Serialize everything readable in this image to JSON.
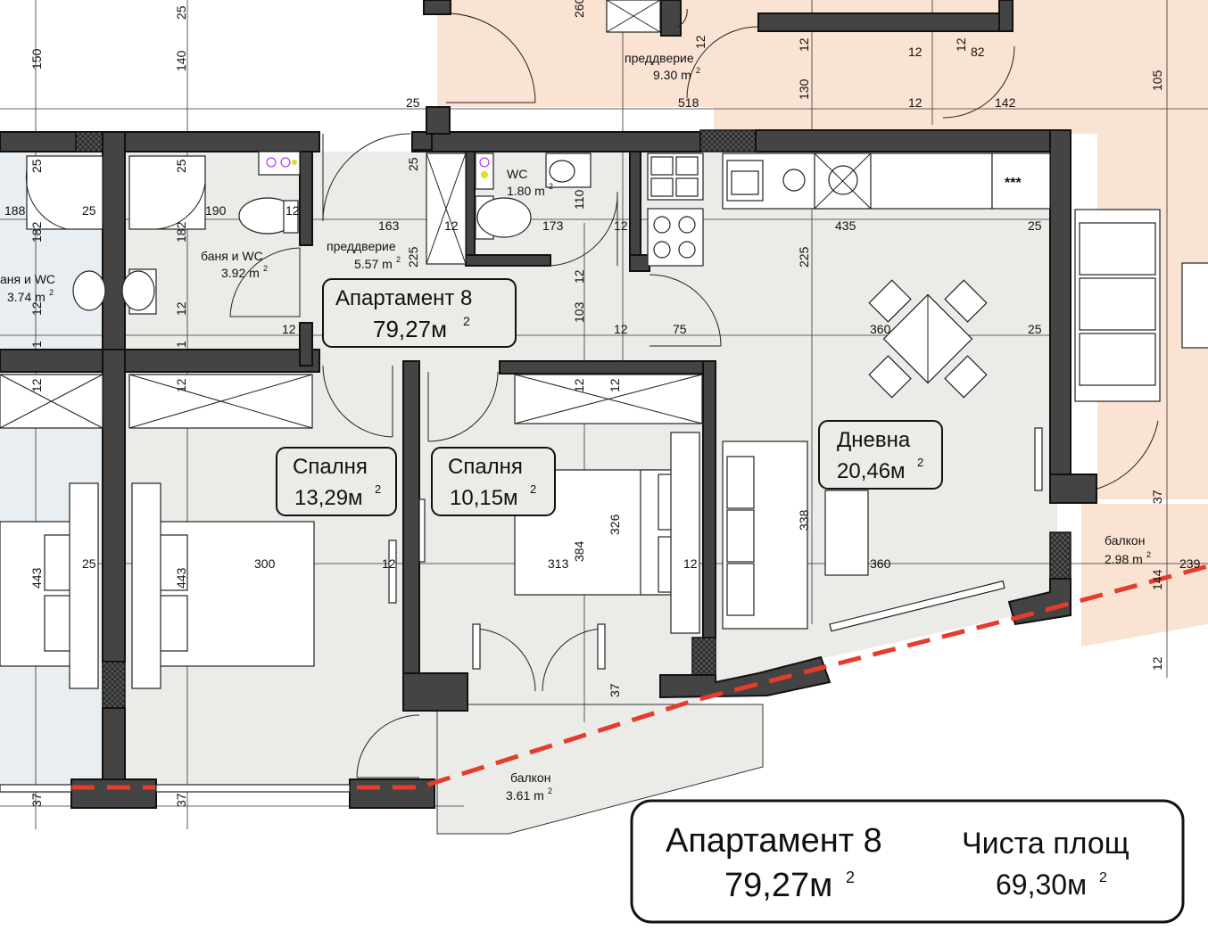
{
  "plan": {
    "apartment_label": "Апартамент 8",
    "apartment_area": "79,27м",
    "sup2": "2",
    "rooms": {
      "bedroom1": {
        "name": "Спалня",
        "area": "13,29м"
      },
      "bedroom2": {
        "name": "Спалня",
        "area": "10,15м"
      },
      "living": {
        "name": "Дневна",
        "area": "20,46м"
      },
      "hall": {
        "name": "преддверие",
        "area": "5.57 m"
      },
      "hall_top": {
        "name": "преддверие",
        "area": "9.30 m"
      },
      "bath": {
        "name": "баня и WC",
        "area": "3.92 m"
      },
      "bath_left": {
        "name": "аня и WC",
        "area": "3.74 m"
      },
      "wc": {
        "name": "WC",
        "area": "1.80 m"
      },
      "balcony_main": {
        "name": "балкон",
        "area": "3.61 m"
      },
      "balcony_right": {
        "name": "балкон",
        "area": "2.98 m"
      }
    },
    "summary": {
      "title": "Апартамент 8",
      "area": "79,27м",
      "net_label": "Чиста площ",
      "net_area": "69,30м"
    },
    "dims": {
      "d25a": "25",
      "d150": "150",
      "d140": "140",
      "d260": "260",
      "d12a": "12",
      "d12b": "12",
      "d12c": "12",
      "d82": "82",
      "d130": "130",
      "d105": "105",
      "d518": "518",
      "d142": "142",
      "d25b": "25",
      "d188": "188",
      "d25c": "25",
      "d190": "190",
      "d25d": "25",
      "d25e": "25",
      "d163": "163",
      "d182a": "182",
      "d182b": "182",
      "d12d": "12",
      "d12e": "12",
      "d173": "173",
      "d110": "110",
      "d12f": "12",
      "d25f": "25",
      "d435": "435",
      "d25g": "25",
      "d225a": "225",
      "d225b": "225",
      "d12g": "12",
      "d103": "103",
      "d12h": "12",
      "d12i": "12",
      "d75": "75",
      "d360a": "360",
      "d25h": "25",
      "d12j": "12",
      "d12k": "12",
      "d12l": "12",
      "d12m": "12",
      "d1a": "1",
      "d1b": "1",
      "d443a": "443",
      "d443b": "443",
      "d25i": "25",
      "d300": "300",
      "d12n": "12",
      "d313": "313",
      "d384": "384",
      "d326": "326",
      "d12o": "12",
      "d338": "338",
      "d360b": "360",
      "d37a": "37",
      "d144": "144",
      "d239": "239",
      "d12p": "12",
      "d37b": "37",
      "d37c": "37",
      "d37d": "37",
      "d12q": "12"
    },
    "stove_marks": "***"
  }
}
